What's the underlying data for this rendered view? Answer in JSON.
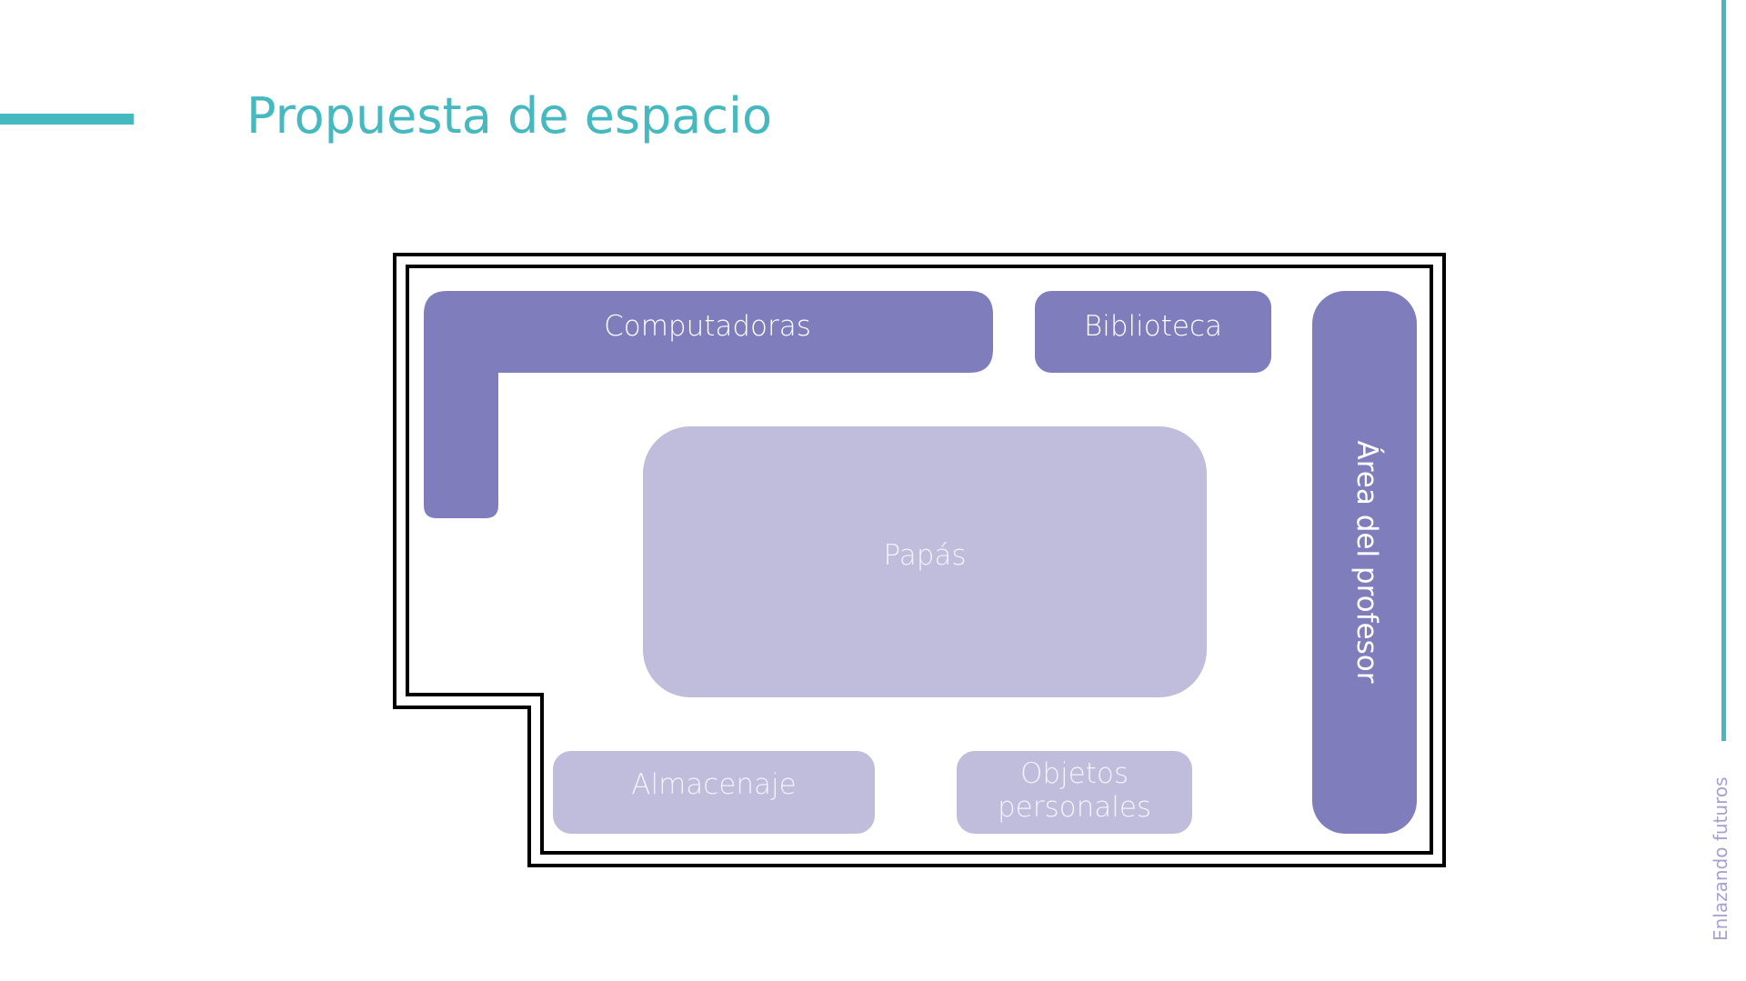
{
  "slide": {
    "title": "Propuesta de espacio",
    "side_caption": "Enlazando futuros"
  },
  "floorplan": {
    "zones": {
      "computadoras": "Computadoras",
      "biblioteca": "Biblioteca",
      "papas": "Papás",
      "area_profesor": "Área del profesor",
      "almacenaje": "Almacenaje",
      "objetos_line1": "Objetos",
      "objetos_line2": "personales"
    }
  },
  "colors": {
    "accent": "#45b8c0",
    "zone_dark": "#807dbc",
    "zone_light": "#bfbcdc",
    "wall": "#000000"
  }
}
